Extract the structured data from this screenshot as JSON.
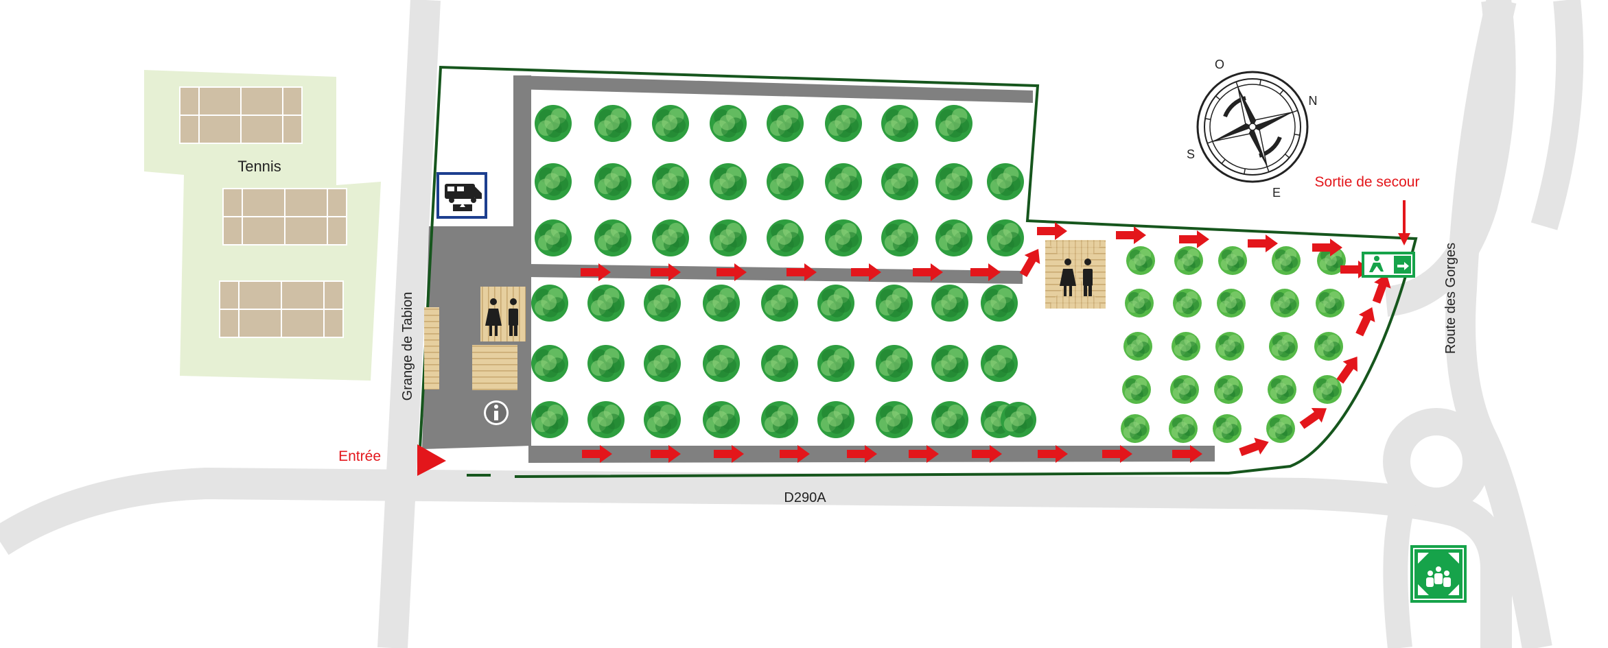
{
  "labels": {
    "tennis": "Tennis",
    "entrance": "Entrée",
    "emergency_exit": "Sortie de secour",
    "road_main": "D290A",
    "road_left": "Grange de Tabion",
    "road_right": "Route des Gorges"
  },
  "compass": {
    "north": "N",
    "south": "S",
    "east": "E",
    "west": "O"
  },
  "icons": {
    "campervan": "campervan-service-icon",
    "toilets": "toilets-icon",
    "info": "info-icon",
    "exit": "emergency-exit-sign-icon",
    "assembly": "assembly-point-icon"
  },
  "colors": {
    "road": "#e4e4e4",
    "tennis_area": "#e6f0d4",
    "court": "#cfbfa5",
    "boundary": "#16561d",
    "driveway": "#808080",
    "tree": "#2e9e3f",
    "arrow": "#e3161b",
    "deck": "#e6cf9f",
    "safety_green": "#16a34a"
  }
}
